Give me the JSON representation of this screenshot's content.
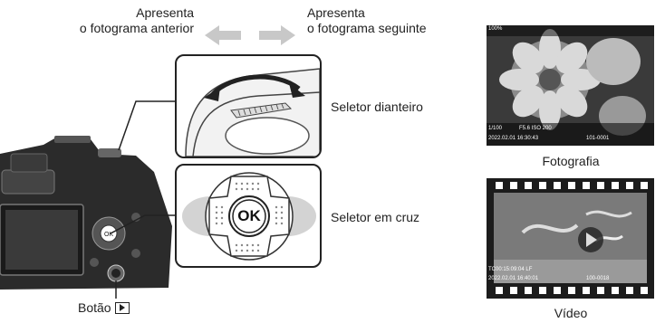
{
  "labels": {
    "prev_line1": "Apresenta",
    "prev_line2": "o fotograma anterior",
    "next_line1": "Apresenta",
    "next_line2": "o fotograma seguinte",
    "front_dial": "Seletor dianteiro",
    "arrow_pad": "Seletor em cruz",
    "play_button": "Botão",
    "ok": "OK"
  },
  "screens": {
    "photo_caption": "Fotografia",
    "video_caption": "Vídeo",
    "photo_info": {
      "top_left": "100%",
      "bottom_row1_left": "1/100",
      "bottom_row1_mid": "F5.6  ISO 200",
      "bottom_row2_left": "2022.02.01  16:30:43",
      "bottom_row2_mid": "101-0001"
    },
    "video_info": {
      "bottom_row1_left": "TC00:15:09:04 LF",
      "bottom_row2_left": "2022.02.01  16:40:01",
      "bottom_row2_mid": "100-0018"
    }
  },
  "colors": {
    "arrow_gray": "#c8c8c8",
    "highlight_gray": "#d3d3d3",
    "camera_dark": "#2b2b2b",
    "line": "#222222"
  }
}
